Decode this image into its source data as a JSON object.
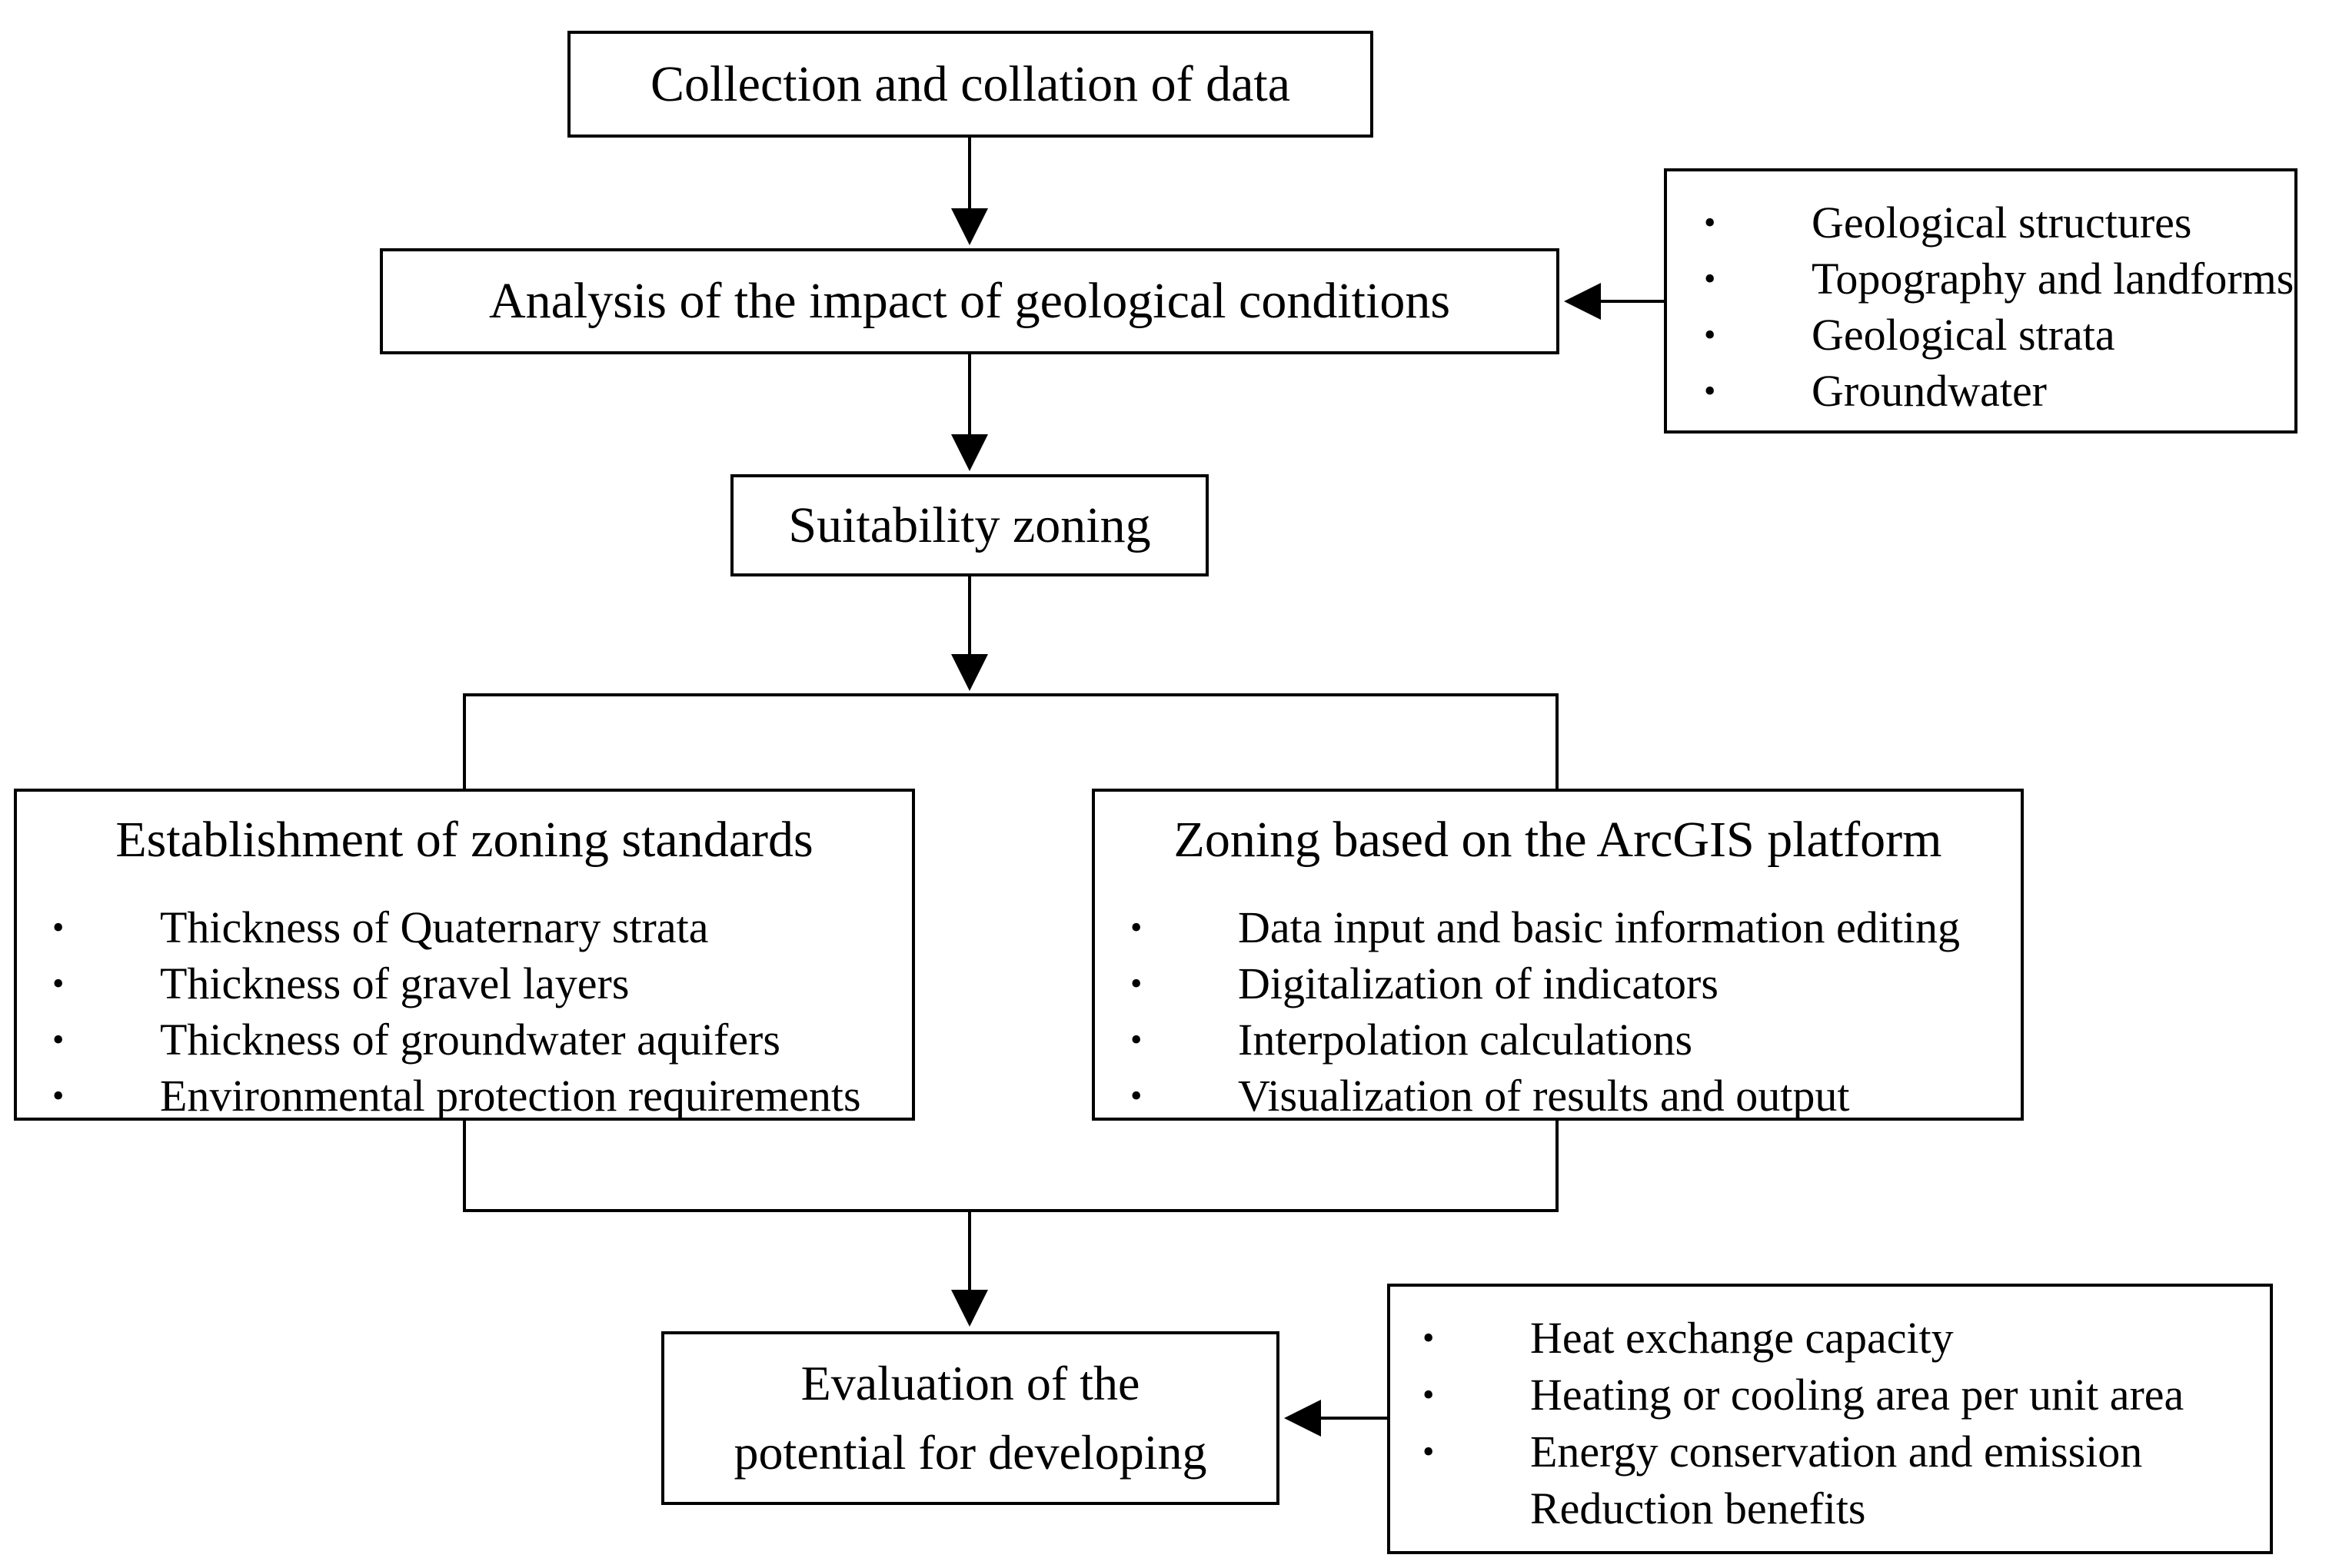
{
  "diagram": {
    "nodes": {
      "collection": {
        "label": "Collection and collation of data"
      },
      "analysis": {
        "label": "Analysis of the impact of geological conditions"
      },
      "geo_factors": {
        "items": [
          "Geological structures",
          "Topography and landforms",
          "Geological strata",
          "Groundwater"
        ]
      },
      "suitability": {
        "label": "Suitability zoning"
      },
      "standards": {
        "title": "Establishment of  zoning standards",
        "items": [
          "Thickness of Quaternary strata",
          "Thickness of gravel layers",
          "Thickness of groundwater aquifers",
          "Environmental protection requirements"
        ]
      },
      "arcgis": {
        "title": "Zoning based on the ArcGIS platform",
        "items": [
          "Data input and basic information editing",
          "Digitalization of indicators",
          "Interpolation calculations",
          "Visualization of results and output"
        ]
      },
      "evaluation": {
        "line1": "Evaluation of the",
        "line2": "potential for developing"
      },
      "benefits": {
        "items": [
          "Heat exchange capacity",
          "Heating or cooling area per unit area",
          "Energy conservation and emission",
          "Reduction benefits"
        ]
      }
    },
    "edges": [
      {
        "from": "collection",
        "to": "analysis"
      },
      {
        "from": "geo_factors",
        "to": "analysis"
      },
      {
        "from": "analysis",
        "to": "suitability"
      },
      {
        "from": "suitability",
        "to": "standards"
      },
      {
        "from": "suitability",
        "to": "arcgis"
      },
      {
        "from": "standards",
        "to": "evaluation"
      },
      {
        "from": "arcgis",
        "to": "evaluation"
      },
      {
        "from": "benefits",
        "to": "evaluation"
      }
    ],
    "bullet_symbol": "•"
  }
}
